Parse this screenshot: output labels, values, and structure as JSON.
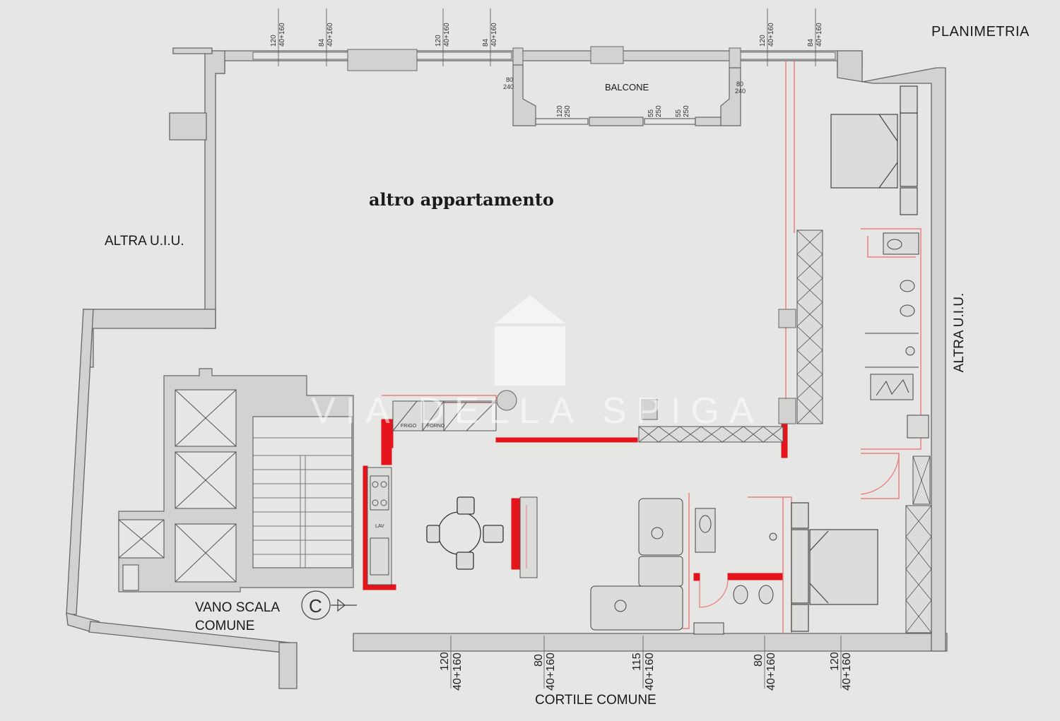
{
  "labels": {
    "title": "PLANIMETRIA",
    "altro": "altro appartamento",
    "altra_uiu_left": "ALTRA U.I.U.",
    "altra_uiu_right": "ALTRA U.I.U.",
    "balcone": "BALCONE",
    "vano_scala": "VANO SCALA\nCOMUNE",
    "cortile": "CORTILE COMUNE",
    "compass_letter": "C",
    "frigo": "FRIGO",
    "forno": "FORNO",
    "lav": "LAV",
    "watermark": "VIA DELLA SPIGA"
  },
  "dims_top": [
    {
      "a": "120",
      "b": "40+160"
    },
    {
      "a": "84",
      "b": "40+160"
    },
    {
      "a": "120",
      "b": "40+160"
    },
    {
      "a": "84",
      "b": "40+160"
    },
    {
      "a": "120",
      "b": "40+160"
    },
    {
      "a": "84",
      "b": "40+160"
    }
  ],
  "dims_balcony_side": [
    {
      "a": "80",
      "b": "240"
    },
    {
      "a": "80",
      "b": "240"
    }
  ],
  "dims_balcony": [
    {
      "a": "120",
      "b": "250"
    },
    {
      "a": "55",
      "b": "250"
    },
    {
      "a": "55",
      "b": "250"
    }
  ],
  "dims_bottom": [
    {
      "a": "120",
      "b": "40+160"
    },
    {
      "a": "80",
      "b": "40+160"
    },
    {
      "a": "115",
      "b": "40+160"
    },
    {
      "a": "80",
      "b": "40+160"
    },
    {
      "a": "120",
      "b": "40+160"
    }
  ],
  "colors": {
    "background": "#e6e6e4",
    "wall_fill": "#d2d2d0",
    "wall_line": "#666666",
    "new_wall": "#e3141b",
    "new_wall_outline": "#e88080"
  }
}
